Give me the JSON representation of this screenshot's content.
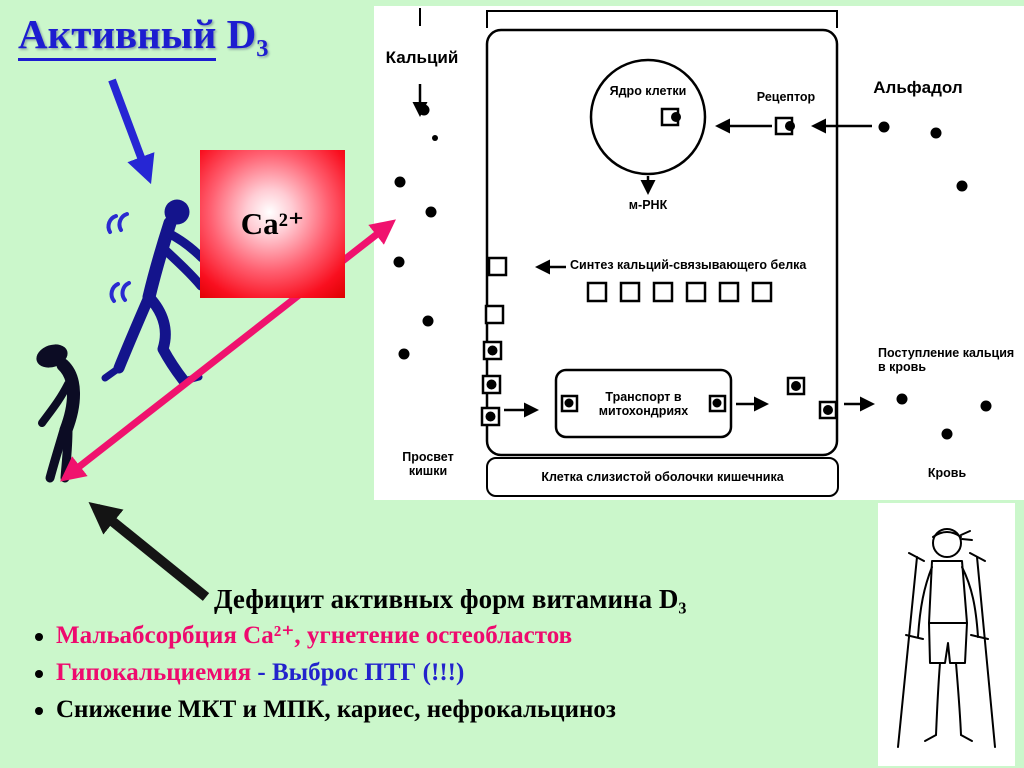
{
  "slide": {
    "title_word": "Активный",
    "title_form": "D₃",
    "ca_box_label": "Ca²⁺",
    "caption": "Дефицит активных форм витамина D₃",
    "bullets": [
      {
        "p1": "Мальабсорбция Ca²⁺, угнетение остеобластов",
        "p2": ""
      },
      {
        "p1": "Гипокальциемия",
        "p2": " - Выброс ПТГ (!!!)"
      },
      {
        "p1": "Снижение МКТ и МПК, кариес, нефрокальциноз",
        "p2": ""
      }
    ]
  },
  "diagram": {
    "calcium_label": "Кальций",
    "alfadol_label": "Альфадол",
    "nucleus_label": "Ядро клетки",
    "receptor_label": "Рецептор",
    "mrna_label": "м-РНК",
    "synthesis_label": "Синтез кальций-связывающего белка",
    "transport_label": "Транспорт в митохондриях",
    "blood_entry_label": "Поступление кальция в кровь",
    "lumen_label": "Просвет кишки",
    "cell_label": "Клетка слизистой оболочки кишечника",
    "blood_label": "Кровь"
  },
  "colors": {
    "background": "#cbf7cb",
    "title_blue": "#1d1dd0",
    "magenta": "#ee0a6e",
    "blue_text": "#2323cc",
    "box_red": "#f90f1f",
    "figure_navy": "#14148c"
  }
}
